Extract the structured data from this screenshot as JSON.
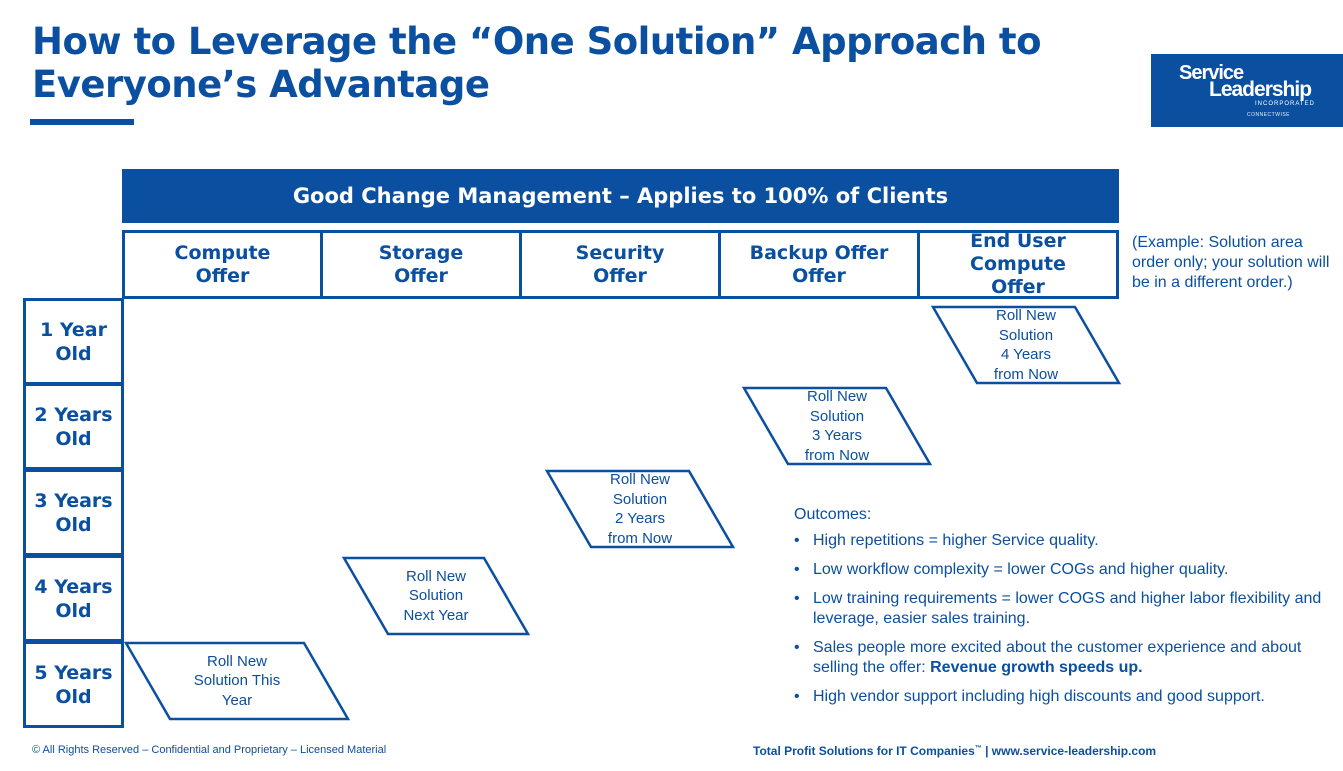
{
  "title": "How to Leverage the “One Solution” Approach to Everyone’s Advantage",
  "logo": {
    "line1": "Service",
    "line2": "Leadership",
    "line3": "INCORPORATED",
    "line4": "CONNECTWISE"
  },
  "banner": "Good Change Management – Applies to 100% of Clients",
  "columns": [
    "Compute Offer",
    "Storage Offer",
    "Security Offer",
    "Backup Offer Offer",
    "End User Compute Offer"
  ],
  "column_lines": [
    [
      "Compute",
      "Offer"
    ],
    [
      "Storage",
      "Offer"
    ],
    [
      "Security",
      "Offer"
    ],
    [
      "Backup Offer",
      "Offer"
    ],
    [
      "End User Compute",
      "Offer"
    ]
  ],
  "note": "(Example: Solution area order only; your solution will be in a different order.)",
  "rows": [
    [
      "1 Year",
      "Old"
    ],
    [
      "2 Years",
      "Old"
    ],
    [
      "3 Years",
      "Old"
    ],
    [
      "4 Years",
      "Old"
    ],
    [
      "5 Years",
      "Old"
    ]
  ],
  "parallelograms": [
    "Roll New\nSolution This\nYear",
    "Roll New\nSolution\nNext Year",
    "Roll New\nSolution\n2 Years\nfrom Now",
    "Roll New\nSolution\n3 Years\nfrom Now",
    "Roll New\nSolution\n4 Years\nfrom Now"
  ],
  "outcomes": {
    "title": "Outcomes:",
    "items": [
      "High repetitions = higher Service quality.",
      "Low workflow complexity = lower COGs and higher quality.",
      "Low training requirements = lower COGS and higher labor flexibility and leverage, easier sales training.",
      "Sales people more excited about the customer experience and about selling the offer:",
      "High vendor support including high discounts and good support."
    ],
    "item4_bold": "Revenue growth speeds up."
  },
  "footer": {
    "left": "© All Rights Reserved – Confidential and Proprietary – Licensed Material",
    "right_main": "Total Profit Solutions for IT Companies",
    "right_tm": "™",
    "right_rest": " | www.service-leadership.com"
  },
  "colors": {
    "brand_blue": "#0b4fa0",
    "background": "#ffffff"
  }
}
